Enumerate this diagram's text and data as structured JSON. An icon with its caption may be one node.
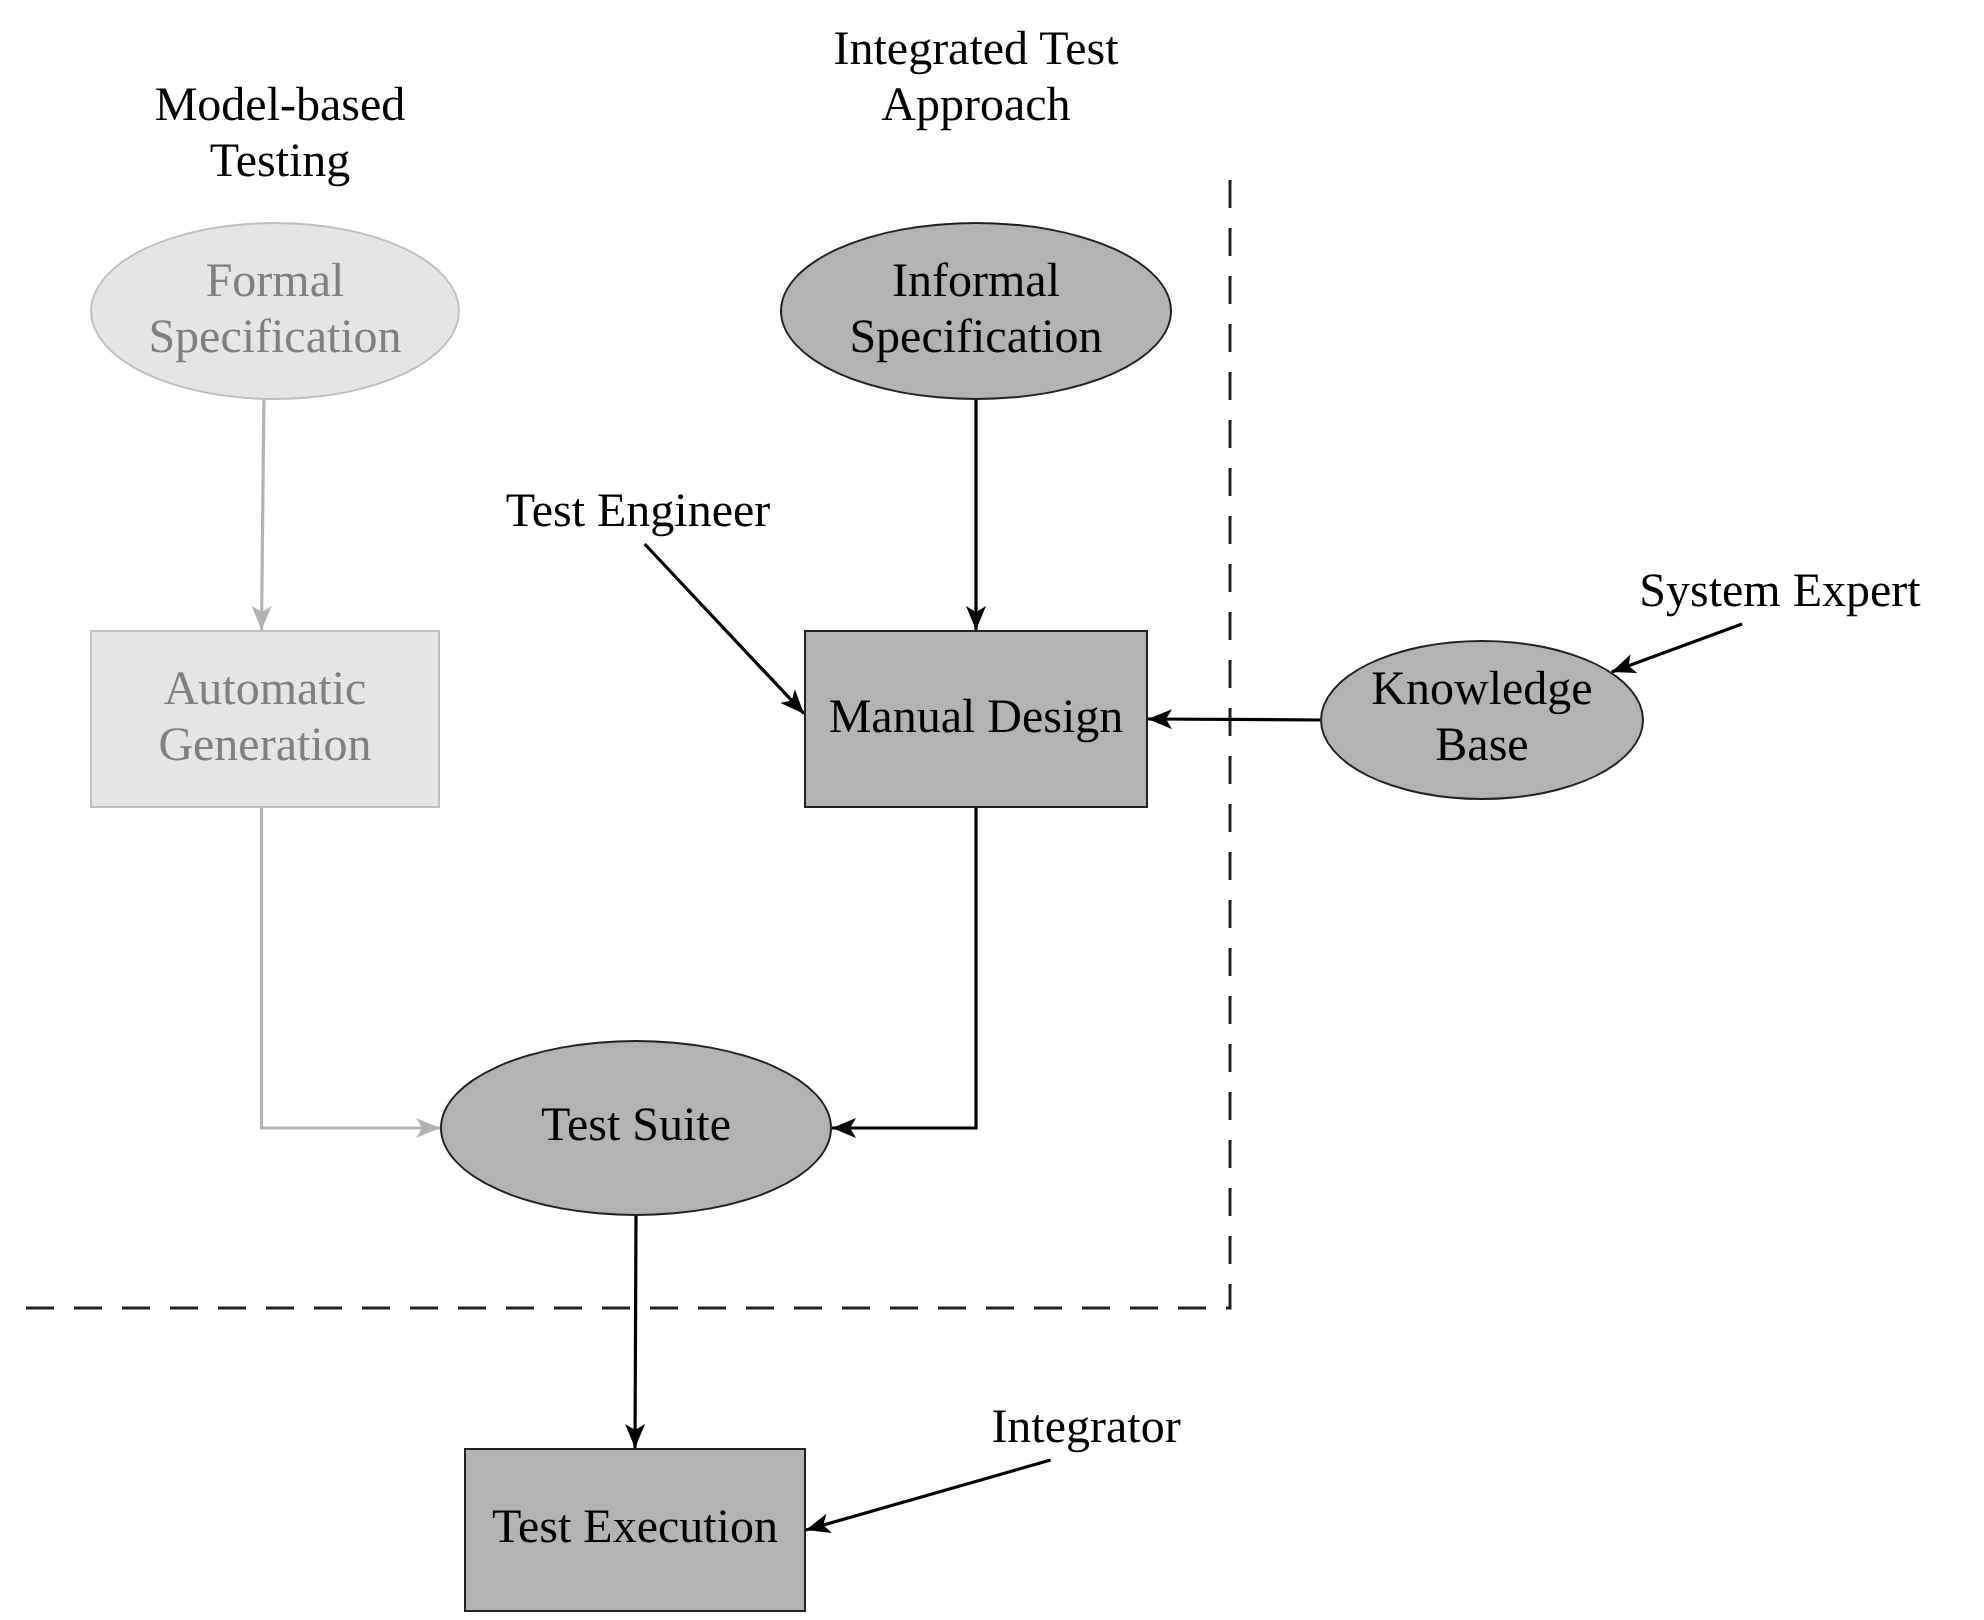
{
  "diagram": {
    "nodes": [
      {
        "text": [
          "Formal Specification"
        ]
      },
      {
        "text": [
          "Automatic Generation"
        ]
      },
      {
        "text": [
          "Informal Specification"
        ]
      },
      {
        "text": [
          "Test Engineer"
        ]
      },
      {
        "text": [
          "Manual Design"
        ]
      },
      {
        "text": [
          "System Expert"
        ]
      },
      {
        "text": [
          "Knowledge Base"
        ]
      },
      {
        "text": [
          "Test Suite"
        ]
      },
      {
        "text": [
          "Test Execution"
        ]
      },
      {
        "text": [
          "Integrator"
        ]
      }
    ],
    "edges": [
      {
        "from": 0,
        "to": 1,
        "arrow": "to",
        "color": "#b3b3b3"
      },
      {
        "from": 1,
        "to": 7,
        "arrow": "to",
        "color": "#b3b3b3"
      },
      {
        "from": 2,
        "to": 4,
        "arrow": "to"
      },
      {
        "from": 3,
        "to": 4,
        "arrow": "to"
      },
      {
        "from": 6,
        "to": 4,
        "arrow": "to"
      },
      {
        "from": 5,
        "to": 6,
        "arrow": "to"
      },
      {
        "from": 4,
        "to": 7,
        "arrow": "to"
      },
      {
        "from": 7,
        "to": 8,
        "arrow": "to"
      },
      {
        "from": 9,
        "to": 8,
        "arrow": "to"
      }
    ],
    "labels": [
      "Model-based Testing",
      "Integrated Test Approach"
    ]
  }
}
